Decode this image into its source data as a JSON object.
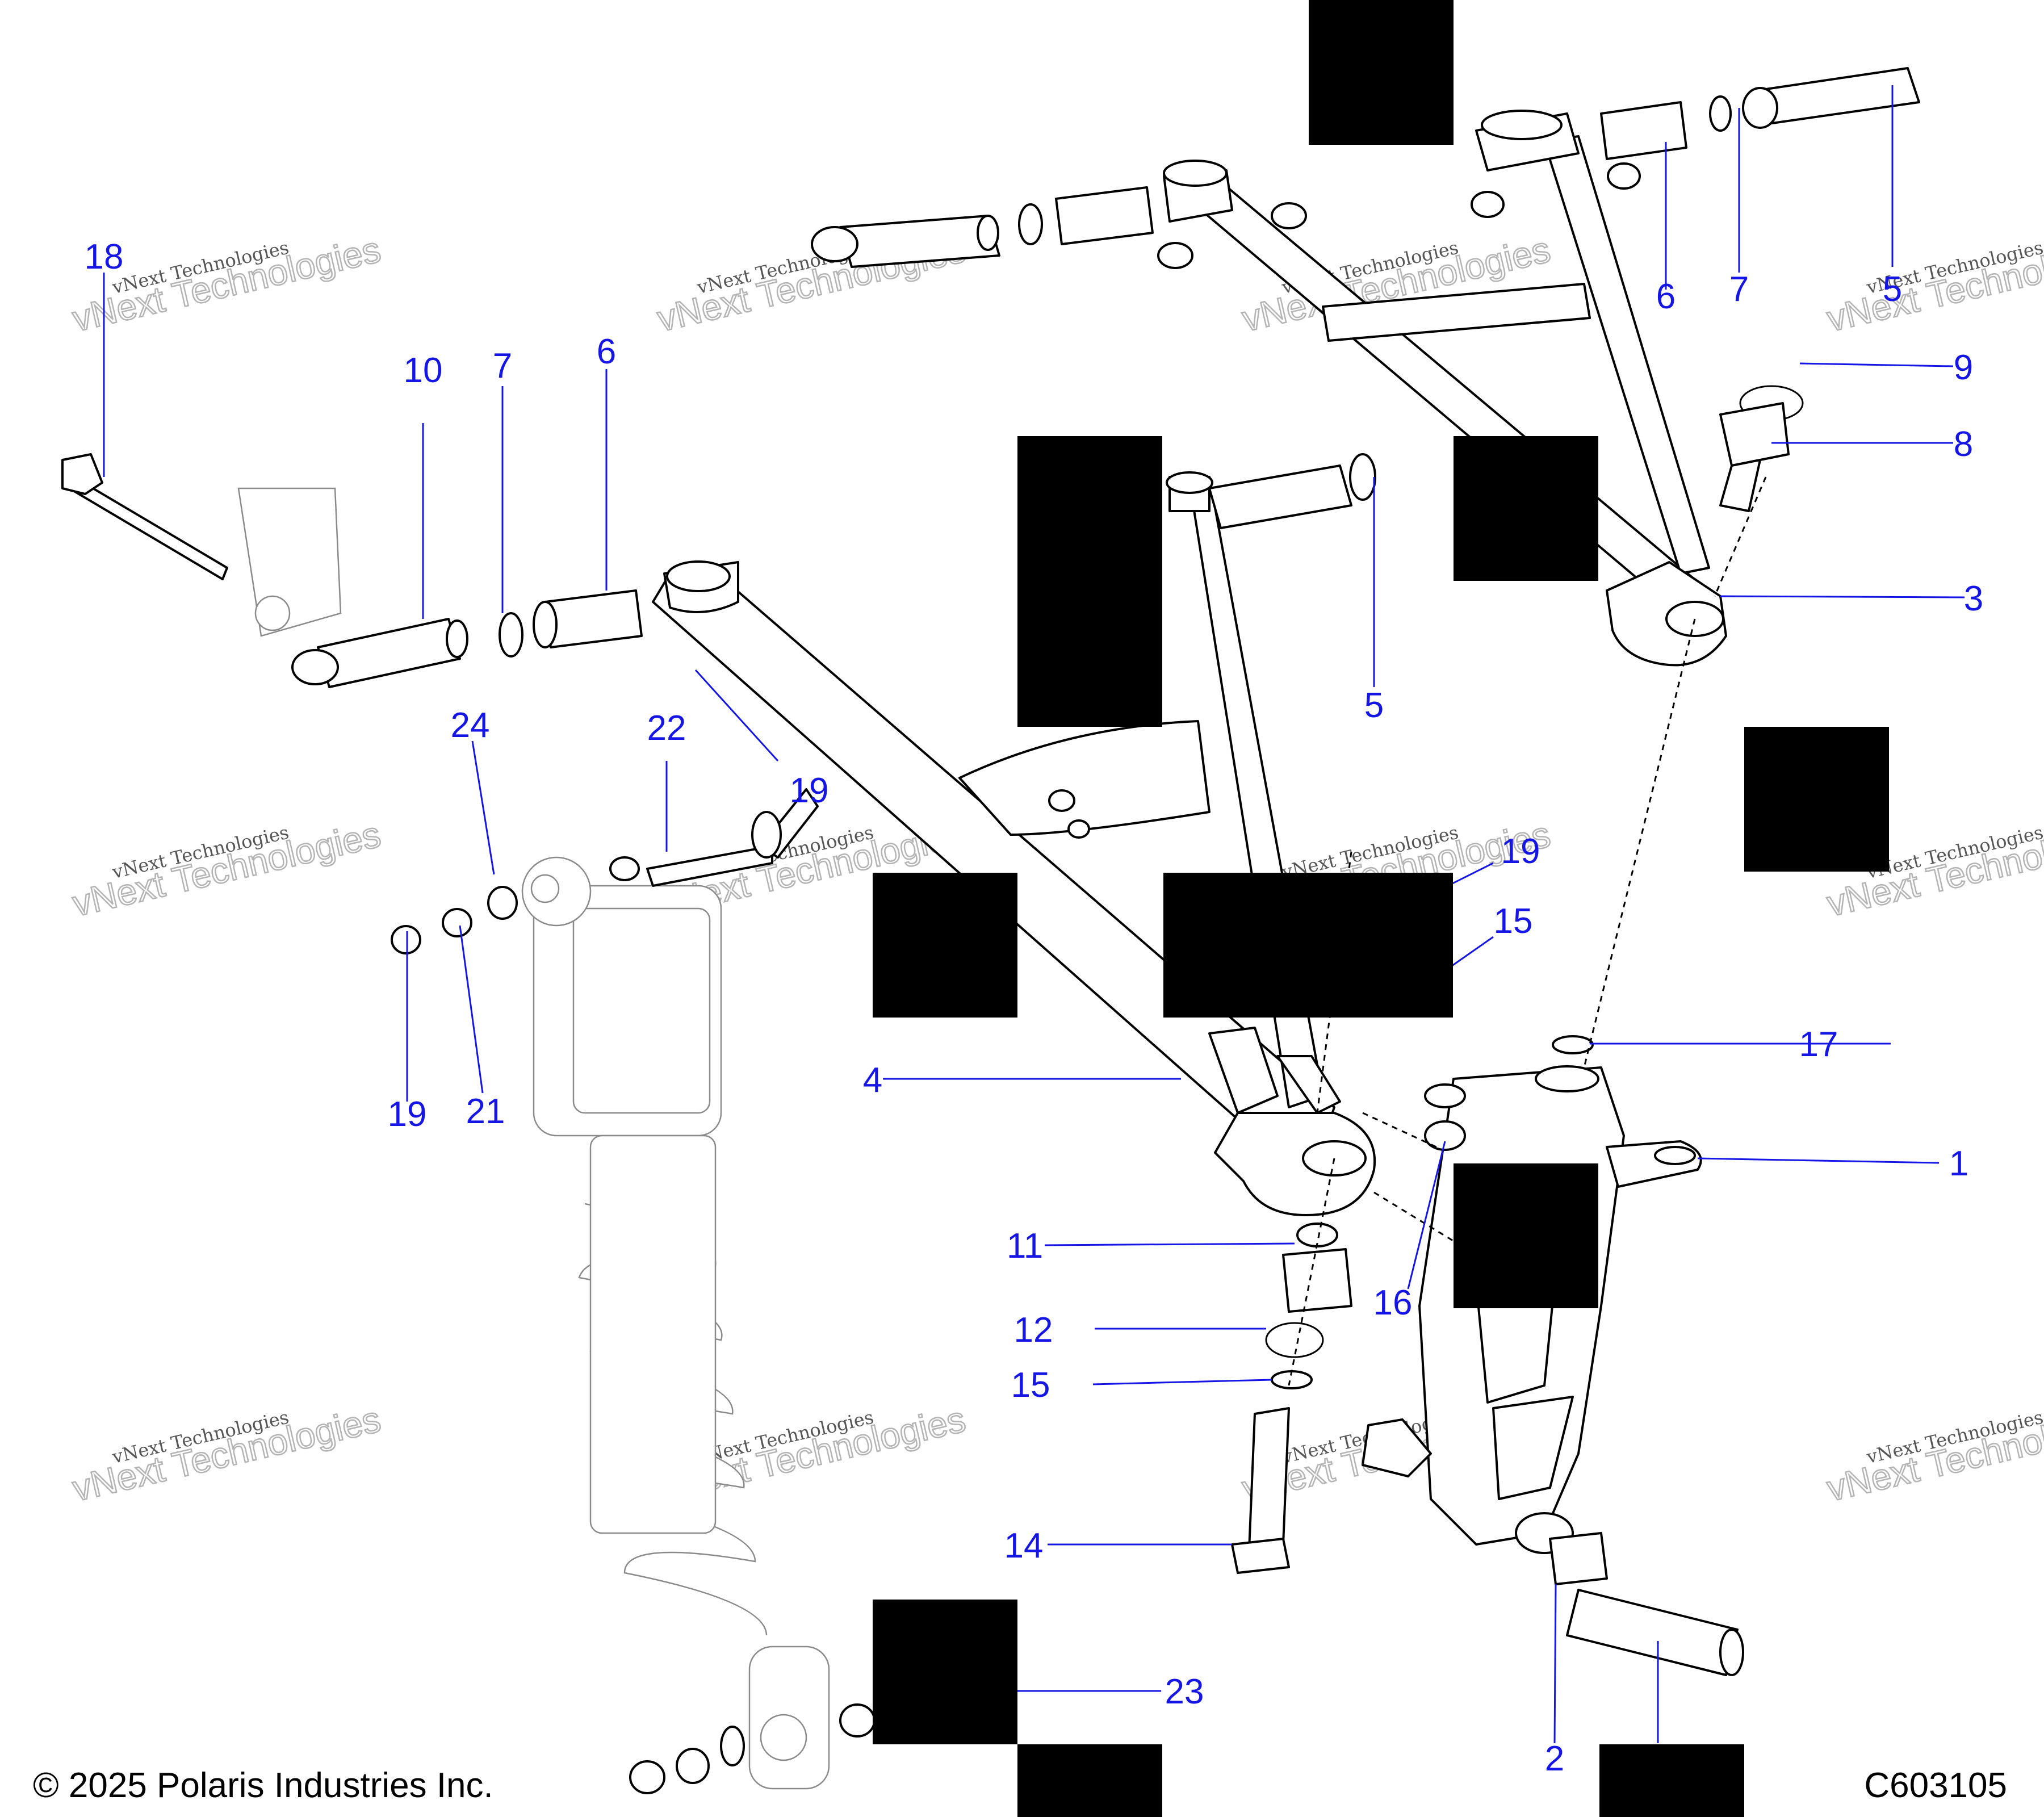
{
  "callouts": [
    {
      "label": "18"
    },
    {
      "label": "10"
    },
    {
      "label": "7"
    },
    {
      "label": "6"
    },
    {
      "label": "24"
    },
    {
      "label": "22"
    },
    {
      "label": "19"
    },
    {
      "label": "19"
    },
    {
      "label": "21"
    },
    {
      "label": "5"
    },
    {
      "label": "6"
    },
    {
      "label": "7"
    },
    {
      "label": "5"
    },
    {
      "label": "9"
    },
    {
      "label": "8"
    },
    {
      "label": "3"
    },
    {
      "label": "19"
    },
    {
      "label": "15"
    },
    {
      "label": "17"
    },
    {
      "label": "4"
    },
    {
      "label": "1"
    },
    {
      "label": "11"
    },
    {
      "label": "16"
    },
    {
      "label": "12"
    },
    {
      "label": "15"
    },
    {
      "label": "14"
    },
    {
      "label": "23"
    },
    {
      "label": "2"
    }
  ],
  "watermark": {
    "line1": "vNext Technologies",
    "line2": "vNext Technologies"
  },
  "footer": {
    "copyright": "© 2025 Polaris Industries Inc.",
    "diagram_id": "C603105"
  }
}
